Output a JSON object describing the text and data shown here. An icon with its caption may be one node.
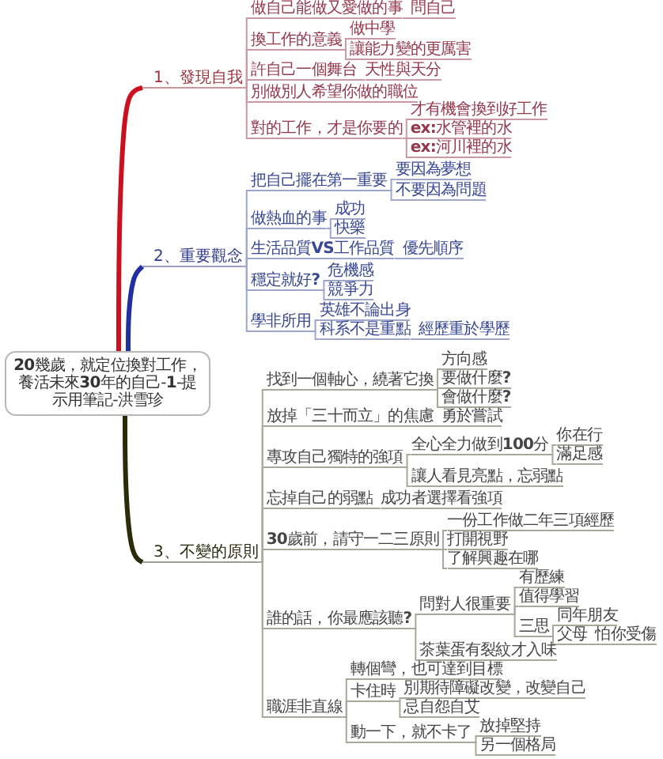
{
  "diagram": {
    "nodes": [
      {
        "text": [
          "**20**幾歲，就定位換對工作，養活未來**30**年的自己-**1**-提示用筆記-洪雪珍"
        ]
      },
      {
        "text": [
          "1、發現自我"
        ]
      },
      {
        "text": [
          "做自己能做又愛做的事"
        ]
      },
      {
        "text": [
          "問自己"
        ]
      },
      {
        "text": [
          "換工作的意義"
        ]
      },
      {
        "text": [
          "做中學"
        ]
      },
      {
        "text": [
          "讓能力變的更厲害"
        ]
      },
      {
        "text": [
          "許自己一個舞台"
        ]
      },
      {
        "text": [
          "天性與天分"
        ]
      },
      {
        "text": [
          "別做別人希望你做的職位"
        ]
      },
      {
        "text": [
          "對的工作，才是你要的"
        ]
      },
      {
        "text": [
          "才有機會換到好工作"
        ]
      },
      {
        "text": [
          "**ex:**水管裡的水"
        ]
      },
      {
        "text": [
          "**ex:**河川裡的水"
        ]
      },
      {
        "text": [
          "2、重要觀念"
        ]
      },
      {
        "text": [
          "把自己擺在第一重要"
        ]
      },
      {
        "text": [
          "要因為夢想"
        ]
      },
      {
        "text": [
          "不要因為問題"
        ]
      },
      {
        "text": [
          "做熱血的事"
        ]
      },
      {
        "text": [
          "成功"
        ]
      },
      {
        "text": [
          "快樂"
        ]
      },
      {
        "text": [
          "生活品質**VS**工作品質"
        ]
      },
      {
        "text": [
          "優先順序"
        ]
      },
      {
        "text": [
          "穩定就好**?**"
        ]
      },
      {
        "text": [
          "危機感"
        ]
      },
      {
        "text": [
          "競爭力"
        ]
      },
      {
        "text": [
          "學非所用"
        ]
      },
      {
        "text": [
          "英雄不論出身"
        ]
      },
      {
        "text": [
          "科系不是重點"
        ]
      },
      {
        "text": [
          "經歷重於學歷"
        ]
      },
      {
        "text": [
          "3、不變的原則"
        ]
      },
      {
        "text": [
          "找到一個軸心，繞著它換"
        ]
      },
      {
        "text": [
          "方向感"
        ]
      },
      {
        "text": [
          "要做什麼**?**"
        ]
      },
      {
        "text": [
          "會做什麼**?**"
        ]
      },
      {
        "text": [
          "放掉「三十而立」的焦慮"
        ]
      },
      {
        "text": [
          "勇於嘗試"
        ]
      },
      {
        "text": [
          "專攻自己獨特的強項"
        ]
      },
      {
        "text": [
          "全心全力做到**100**分"
        ]
      },
      {
        "text": [
          "你在行"
        ]
      },
      {
        "text": [
          "滿足感"
        ]
      },
      {
        "text": [
          "讓人看見亮點，忘弱點"
        ]
      },
      {
        "text": [
          "忘掉自己的弱點"
        ]
      },
      {
        "text": [
          "成功者選擇看強項"
        ]
      },
      {
        "text": [
          "**30**歲前，請守一二三原則"
        ]
      },
      {
        "text": [
          "一份工作做二年三項經歷"
        ]
      },
      {
        "text": [
          "打開視野"
        ]
      },
      {
        "text": [
          "了解興趣在哪"
        ]
      },
      {
        "text": [
          "誰的話，你最應該聽**?**"
        ]
      },
      {
        "text": [
          "問對人很重要"
        ]
      },
      {
        "text": [
          "有歷練"
        ]
      },
      {
        "text": [
          "值得學習"
        ]
      },
      {
        "text": [
          "三思"
        ]
      },
      {
        "text": [
          "同年朋友"
        ]
      },
      {
        "text": [
          "父母"
        ]
      },
      {
        "text": [
          "怕你受傷"
        ]
      },
      {
        "text": [
          "茶葉蛋有裂紋才入味"
        ]
      },
      {
        "text": [
          "職涯非直線"
        ]
      },
      {
        "text": [
          "轉個彎，也可達到目標"
        ]
      },
      {
        "text": [
          "卡住時"
        ]
      },
      {
        "text": [
          "別期待障礙改變，改變自己"
        ]
      },
      {
        "text": [
          "忌自怨自艾"
        ]
      },
      {
        "text": [
          "動一下，就不卡了"
        ]
      },
      {
        "text": [
          "放掉堅持"
        ]
      },
      {
        "text": [
          "另一個格局"
        ]
      }
    ],
    "edges": [
      {
        "from": 0,
        "to": 1,
        "arrow": "none",
        "style": "thick",
        "color": "#cc1020"
      },
      {
        "from": 1,
        "to": 2,
        "arrow": "none",
        "color": "#c99aa4"
      },
      {
        "from": 2,
        "to": 3,
        "arrow": "none",
        "color": "#c99aa4"
      },
      {
        "from": 1,
        "to": 4,
        "arrow": "none",
        "color": "#c99aa4"
      },
      {
        "from": 4,
        "to": 5,
        "arrow": "none",
        "color": "#c99aa4"
      },
      {
        "from": 4,
        "to": 6,
        "arrow": "none",
        "color": "#c99aa4"
      },
      {
        "from": 1,
        "to": 7,
        "arrow": "none",
        "color": "#c99aa4"
      },
      {
        "from": 7,
        "to": 8,
        "arrow": "none",
        "color": "#c99aa4"
      },
      {
        "from": 1,
        "to": 9,
        "arrow": "none",
        "color": "#c99aa4"
      },
      {
        "from": 1,
        "to": 10,
        "arrow": "none",
        "color": "#c99aa4"
      },
      {
        "from": 10,
        "to": 11,
        "arrow": "none",
        "color": "#c99aa4"
      },
      {
        "from": 10,
        "to": 12,
        "arrow": "none",
        "color": "#c99aa4"
      },
      {
        "from": 10,
        "to": 13,
        "arrow": "none",
        "color": "#c99aa4"
      },
      {
        "from": 0,
        "to": 14,
        "arrow": "none",
        "style": "thick",
        "color": "#2030a0"
      },
      {
        "from": 14,
        "to": 15,
        "arrow": "none",
        "color": "#9ea6cc"
      },
      {
        "from": 15,
        "to": 16,
        "arrow": "none",
        "color": "#9ea6cc"
      },
      {
        "from": 15,
        "to": 17,
        "arrow": "none",
        "color": "#9ea6cc"
      },
      {
        "from": 14,
        "to": 18,
        "arrow": "none",
        "color": "#9ea6cc"
      },
      {
        "from": 18,
        "to": 19,
        "arrow": "none",
        "color": "#9ea6cc"
      },
      {
        "from": 18,
        "to": 20,
        "arrow": "none",
        "color": "#9ea6cc"
      },
      {
        "from": 14,
        "to": 21,
        "arrow": "none",
        "color": "#9ea6cc"
      },
      {
        "from": 21,
        "to": 22,
        "arrow": "none",
        "color": "#9ea6cc"
      },
      {
        "from": 14,
        "to": 23,
        "arrow": "none",
        "color": "#9ea6cc"
      },
      {
        "from": 23,
        "to": 24,
        "arrow": "none",
        "color": "#9ea6cc"
      },
      {
        "from": 23,
        "to": 25,
        "arrow": "none",
        "color": "#9ea6cc"
      },
      {
        "from": 14,
        "to": 26,
        "arrow": "none",
        "color": "#9ea6cc"
      },
      {
        "from": 26,
        "to": 27,
        "arrow": "none",
        "color": "#9ea6cc"
      },
      {
        "from": 26,
        "to": 28,
        "arrow": "none",
        "color": "#9ea6cc"
      },
      {
        "from": 28,
        "to": 29,
        "arrow": "none",
        "color": "#9ea6cc"
      },
      {
        "from": 0,
        "to": 30,
        "arrow": "none",
        "style": "thick",
        "color": "#2b2b0a"
      },
      {
        "from": 30,
        "to": 31,
        "arrow": "none"
      },
      {
        "from": 31,
        "to": 32,
        "arrow": "none"
      },
      {
        "from": 31,
        "to": 33,
        "arrow": "none"
      },
      {
        "from": 31,
        "to": 34,
        "arrow": "none"
      },
      {
        "from": 30,
        "to": 35,
        "arrow": "none"
      },
      {
        "from": 35,
        "to": 36,
        "arrow": "none"
      },
      {
        "from": 30,
        "to": 37,
        "arrow": "none"
      },
      {
        "from": 37,
        "to": 38,
        "arrow": "none"
      },
      {
        "from": 38,
        "to": 39,
        "arrow": "none"
      },
      {
        "from": 38,
        "to": 40,
        "arrow": "none"
      },
      {
        "from": 37,
        "to": 41,
        "arrow": "none"
      },
      {
        "from": 30,
        "to": 42,
        "arrow": "none"
      },
      {
        "from": 42,
        "to": 43,
        "arrow": "none"
      },
      {
        "from": 30,
        "to": 44,
        "arrow": "none"
      },
      {
        "from": 44,
        "to": 45,
        "arrow": "none"
      },
      {
        "from": 44,
        "to": 46,
        "arrow": "none"
      },
      {
        "from": 44,
        "to": 47,
        "arrow": "none"
      },
      {
        "from": 30,
        "to": 48,
        "arrow": "none"
      },
      {
        "from": 48,
        "to": 49,
        "arrow": "none"
      },
      {
        "from": 49,
        "to": 50,
        "arrow": "none"
      },
      {
        "from": 49,
        "to": 51,
        "arrow": "none"
      },
      {
        "from": 49,
        "to": 52,
        "arrow": "none"
      },
      {
        "from": 52,
        "to": 53,
        "arrow": "none"
      },
      {
        "from": 52,
        "to": 54,
        "arrow": "none"
      },
      {
        "from": 54,
        "to": 55,
        "arrow": "none"
      },
      {
        "from": 48,
        "to": 56,
        "arrow": "none"
      },
      {
        "from": 30,
        "to": 57,
        "arrow": "none"
      },
      {
        "from": 57,
        "to": 58,
        "arrow": "none"
      },
      {
        "from": 57,
        "to": 59,
        "arrow": "none"
      },
      {
        "from": 59,
        "to": 60,
        "arrow": "none"
      },
      {
        "from": 59,
        "to": 61,
        "arrow": "none"
      },
      {
        "from": 57,
        "to": 62,
        "arrow": "none"
      },
      {
        "from": 62,
        "to": 63,
        "arrow": "none"
      },
      {
        "from": 62,
        "to": 64,
        "arrow": "none"
      }
    ]
  }
}
